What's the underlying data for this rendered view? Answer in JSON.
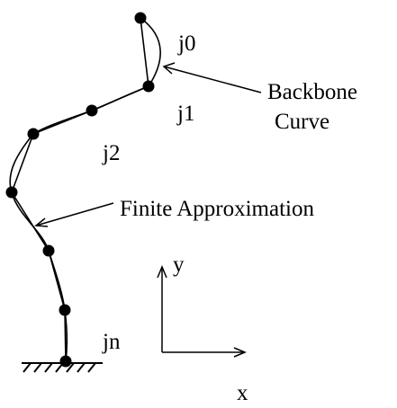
{
  "joints": {
    "j0": "j0",
    "j1": "j1",
    "j2": "j2",
    "jn": "jn"
  },
  "callouts": {
    "backbone_line1": "Backbone",
    "backbone_line2": "Curve",
    "finite_approximation": "Finite Approximation"
  },
  "axes": {
    "y": "y",
    "x": "x"
  },
  "colors": {
    "ink": "#000000",
    "background": "#ffffff"
  }
}
